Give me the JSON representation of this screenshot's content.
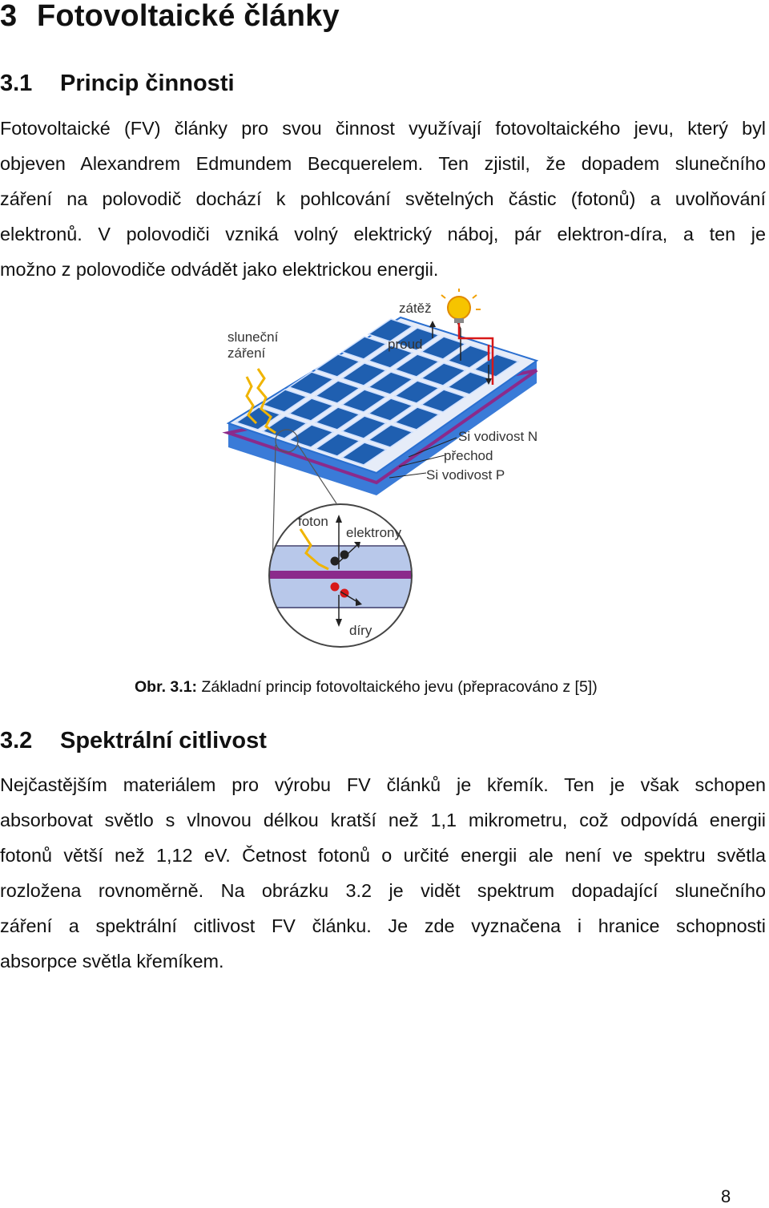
{
  "chapter": {
    "number": "3",
    "title": "Fotovoltaické články"
  },
  "section1": {
    "number": "3.1",
    "title": "Princip činnosti",
    "lines": [
      "Fotovoltaické (FV) články pro svou činnost využívají fotovoltaického jevu, který byl",
      "objeven Alexandrem Edmundem Becquerelem. Ten zjistil, že dopadem slunečního",
      "záření na polovodič dochází k pohlcování světelných částic (fotonů) a uvolňování",
      "elektronů.  V polovodiči vzniká volný elektrický náboj, pár elektron-díra, a ten je",
      "možno z polovodiče odvádět jako elektrickou energii."
    ]
  },
  "figure": {
    "labels": {
      "sun": [
        "sluneční",
        "záření"
      ],
      "load": "zátěž",
      "current": "proud",
      "n_layer": "Si vodivost N",
      "junction": "přechod",
      "p_layer": "Si vodivost P",
      "photon": "foton",
      "electrons": "elektrony",
      "holes": "díry"
    },
    "caption_label": "Obr. 3.1:",
    "caption_text": " Základní princip fotovoltaického jevu (přepracováno z [5])"
  },
  "section2": {
    "number": "3.2",
    "title": "Spektrální citlivost",
    "lines": [
      "Nejčastějším materiálem pro výrobu FV článků je křemík. Ten je však schopen",
      "absorbovat světlo s vlnovou délkou kratší než 1,1 mikrometru, což odpovídá energii",
      "fotonů větší než 1,12 eV. Četnost fotonů o určité energii ale není ve spektru světla",
      "rozložena rovnoměrně. Na obrázku 3.2 je vidět spektrum dopadající slunečního",
      "záření a spektrální citlivost FV článku. Je zde vyznačena i hranice schopnosti",
      "absorpce světla křemíkem."
    ]
  },
  "page_number": "8",
  "colors": {
    "cell_blue": "#1f5fb0",
    "panel_edge": "#2a6fd0",
    "junction_purple": "#8b2a8b",
    "wire_red": "#d81818",
    "bulb_yellow": "#f6c400",
    "photon_yellow": "#f0b400",
    "si_layer": "#b8c8ea"
  }
}
